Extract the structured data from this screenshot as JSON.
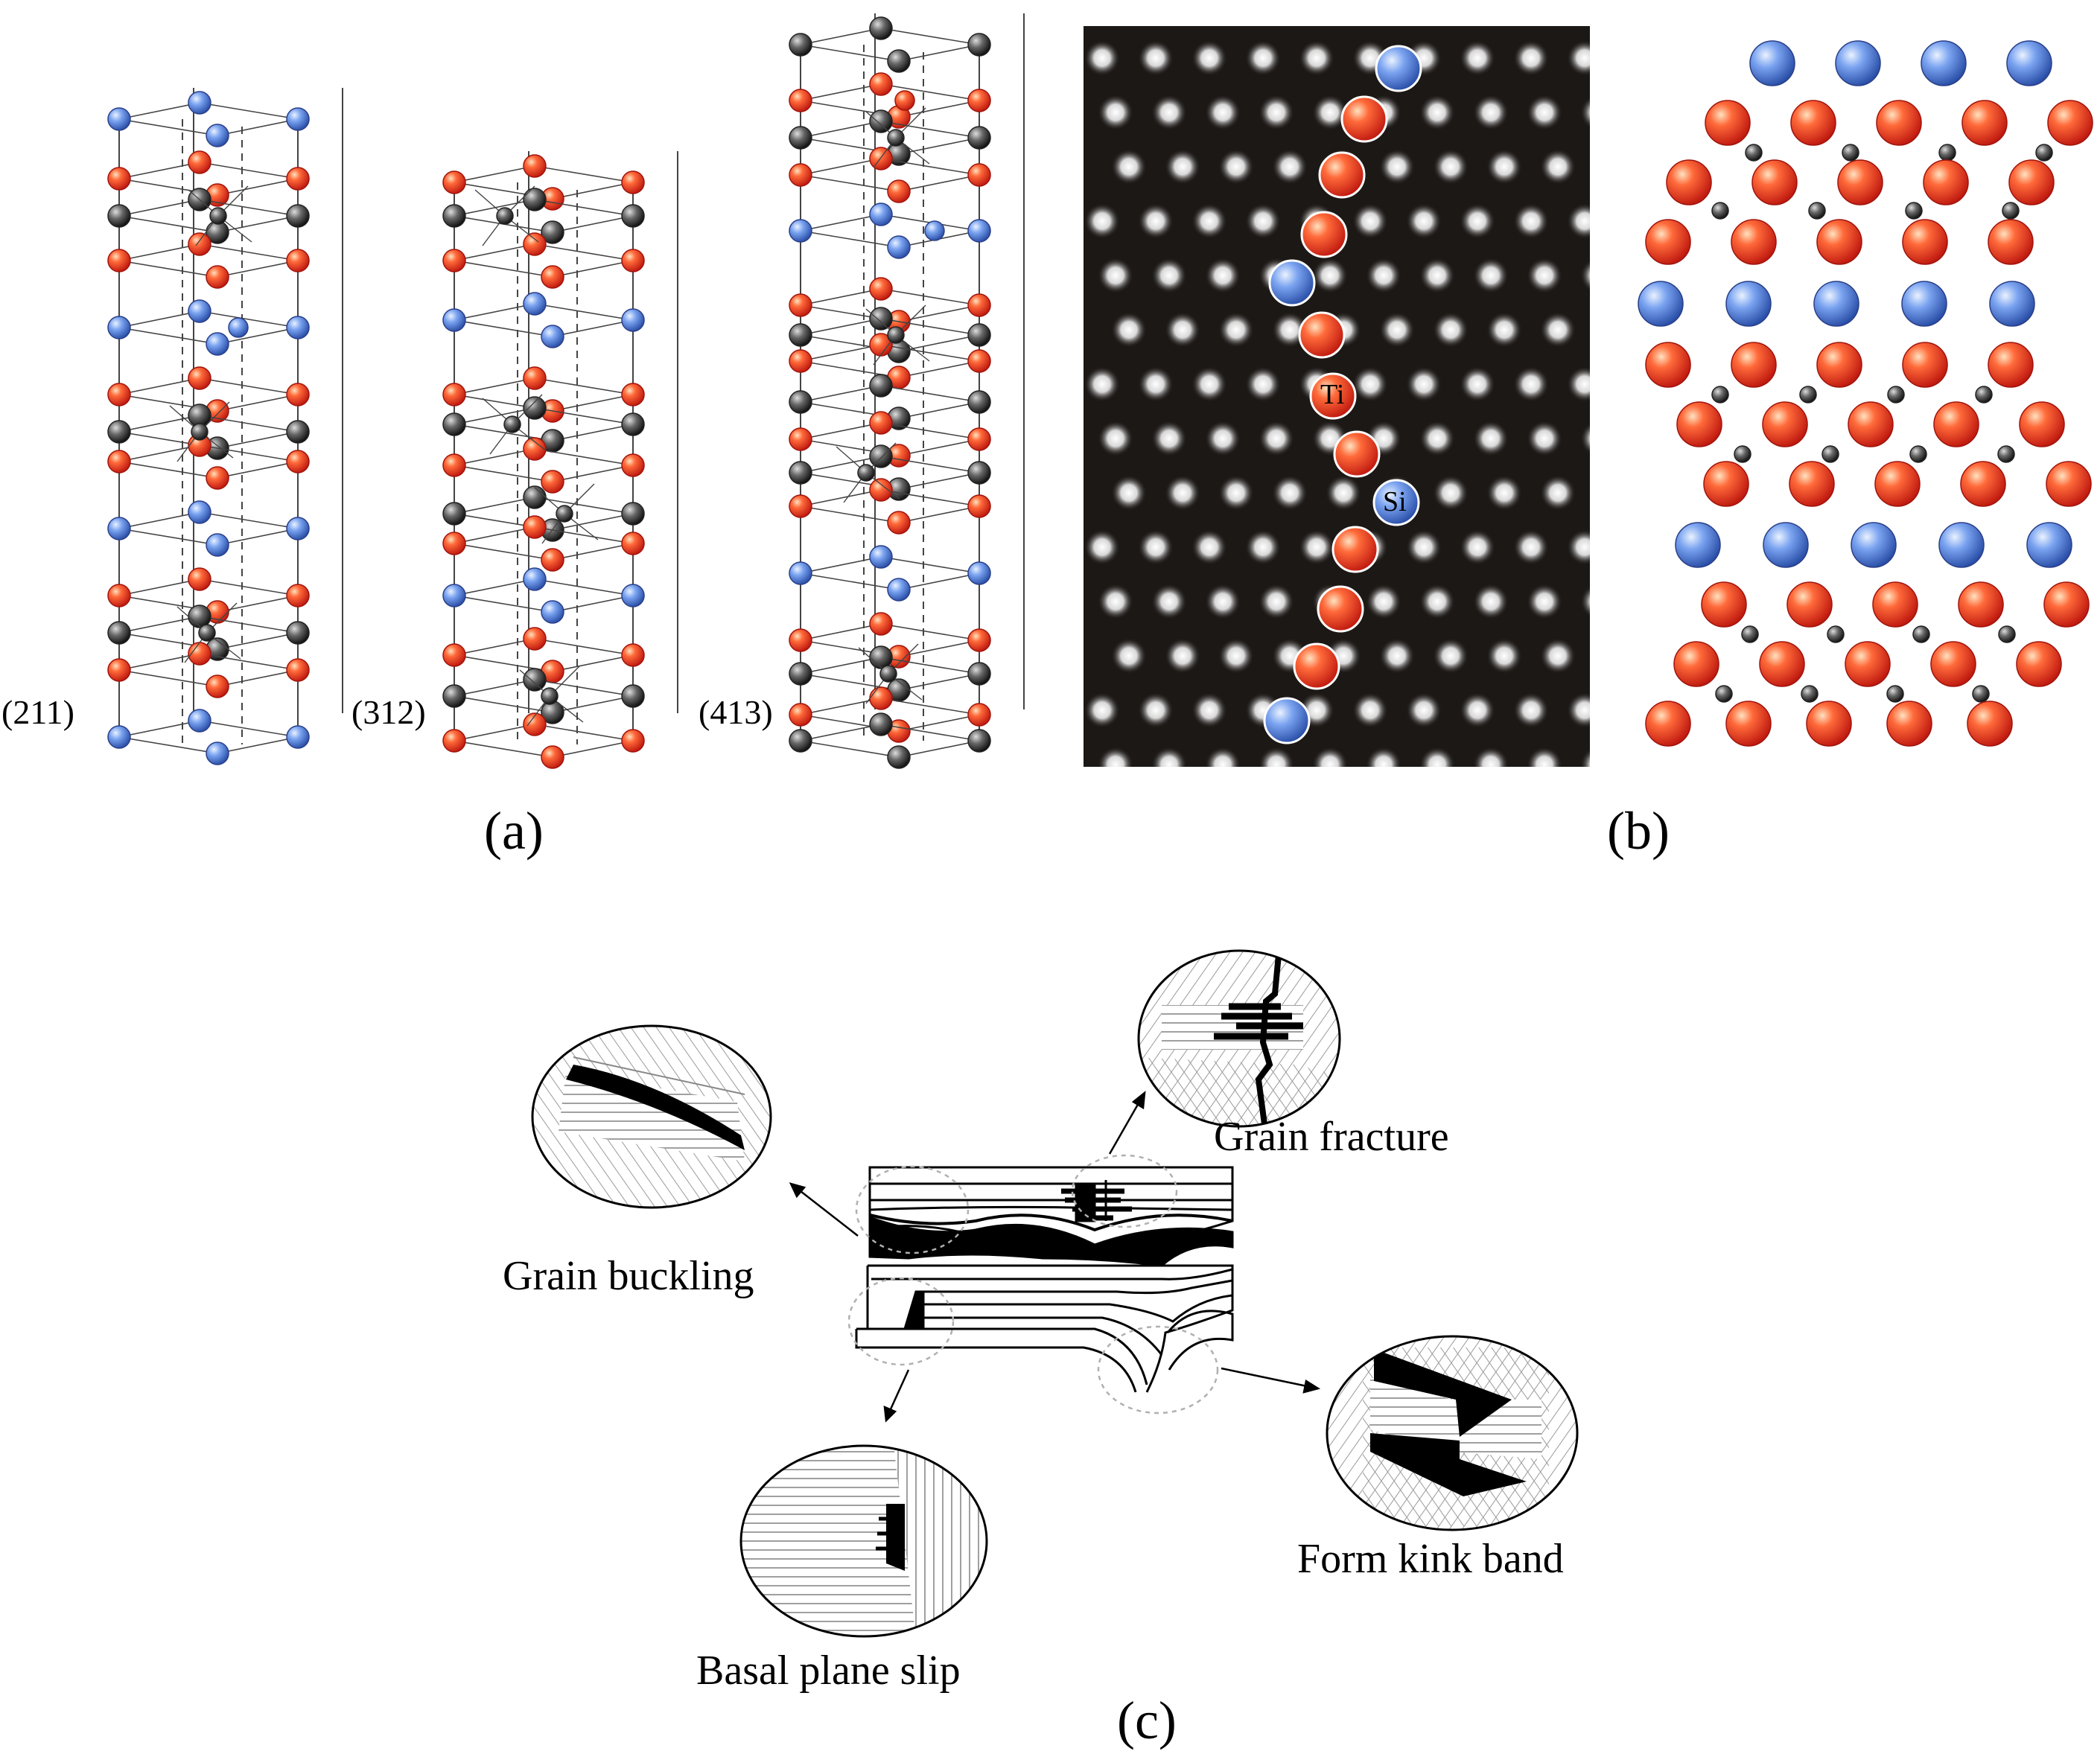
{
  "panel_a": {
    "label": "(a)",
    "cells": [
      {
        "label": "(211)"
      },
      {
        "label": "(312)"
      },
      {
        "label": "(413)"
      }
    ]
  },
  "panel_b": {
    "label": "(b)",
    "atom_labels": {
      "ti": "Ti",
      "si": "Si"
    }
  },
  "panel_c": {
    "label": "(c)",
    "mechanisms": {
      "grain_fracture": "Grain fracture",
      "grain_buckling": "Grain buckling",
      "basal_plane_slip": "Basal plane slip",
      "form_kink_band": "Form kink band"
    }
  },
  "colors": {
    "ti_atom": "#e8321e",
    "si_atom": "#3f6fd0",
    "c_atom": "#2b2b2b",
    "haadf_bg": "#1c1816"
  }
}
